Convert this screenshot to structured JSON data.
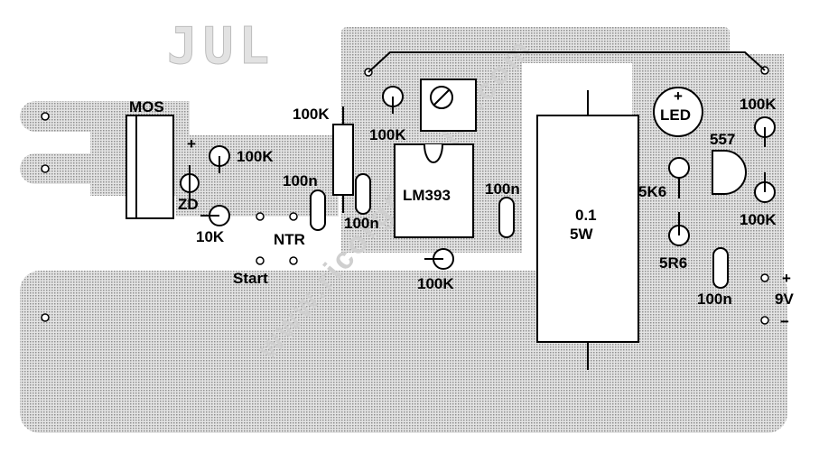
{
  "board": {
    "title": "JUL",
    "watermark": "www.ricorgrove-jul.com"
  },
  "labels": {
    "mos": "MOS",
    "zd": "ZD",
    "plus_zd": "+",
    "r_zd_top": "100K",
    "r_zd_bottom": "10K",
    "ntr": "NTR",
    "start": "Start",
    "r_vertical": "100K",
    "c_left_top": "100n",
    "c_left_bottom": "100n",
    "trimmer": "100K",
    "ic": "LM393",
    "r_ic_bottom": "100K",
    "c_mid": "100n",
    "shunt_value": "0.1",
    "shunt_power": "5W",
    "led": "LED",
    "led_plus": "+",
    "transistor": "557",
    "r_right_top": "100K",
    "r_right_mid": "100K",
    "r_5k6": "5K6",
    "r_5r6": "5R6",
    "c_right": "100n",
    "supply_voltage": "9V",
    "supply_plus": "+",
    "supply_minus": "−"
  },
  "colors": {
    "copper": "#c4c4c4",
    "trace_dot": "#8a8a8a",
    "ink": "#000000",
    "background": "#ffffff"
  }
}
